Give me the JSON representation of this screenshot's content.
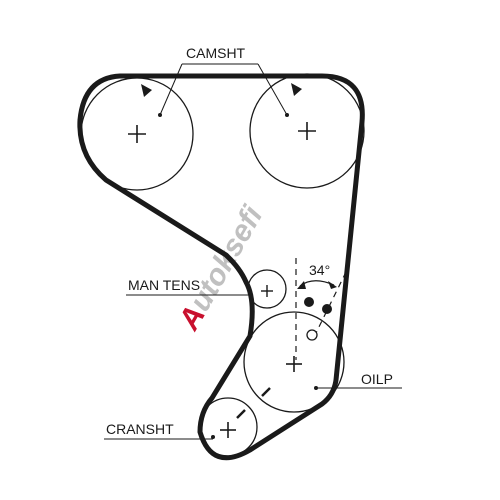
{
  "labels": {
    "camshaft": "CAMSHT",
    "manual_tensioner": "MAN TENS",
    "oil_pump": "OILP",
    "crankshaft": "CRANSHT",
    "angle": "34°"
  },
  "watermark": {
    "first_letter": "A",
    "rest": "utoksefi"
  },
  "colors": {
    "ink": "#1a1a1a",
    "background": "#ffffff",
    "watermark_red": "#c8102e",
    "watermark_grey": "#b0b0b0"
  },
  "icons": [
    "crosshair-icon",
    "timing-mark-triangle-icon",
    "timing-dot-icon"
  ]
}
